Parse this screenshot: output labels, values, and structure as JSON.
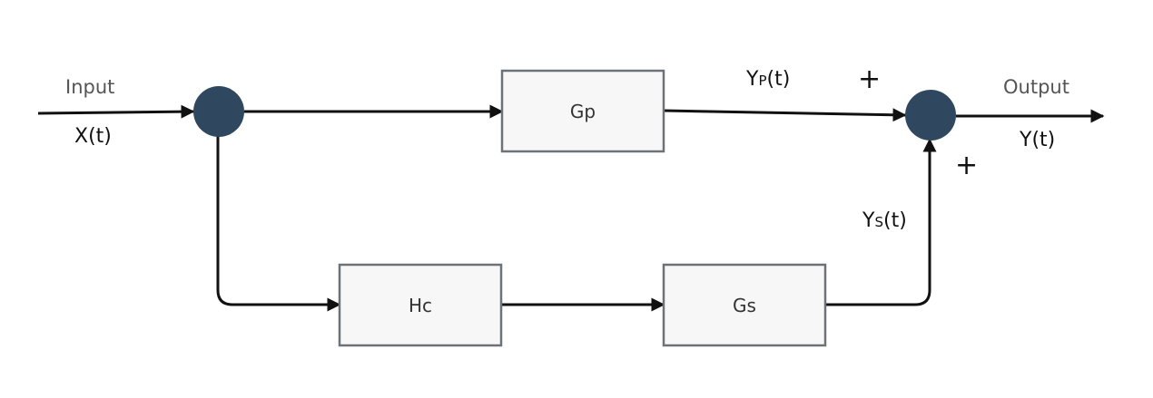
{
  "labels": {
    "input_caption": "Input",
    "input_signal": "X(t)",
    "output_caption": "Output",
    "output_signal": "Y(t)",
    "yp_main": "Y",
    "yp_sub": "P",
    "yp_tail": "(t)",
    "ys_main": "Y",
    "ys_sub": "S",
    "ys_tail": "(t)",
    "plus_top": "+",
    "plus_bottom": "+"
  },
  "blocks": {
    "gp": "Gp",
    "hc": "Hc",
    "gs": "Gs"
  },
  "colors": {
    "node": "#2f4860",
    "line": "#111111",
    "block_fill": "#f7f7f7",
    "block_border": "#6c7278"
  }
}
